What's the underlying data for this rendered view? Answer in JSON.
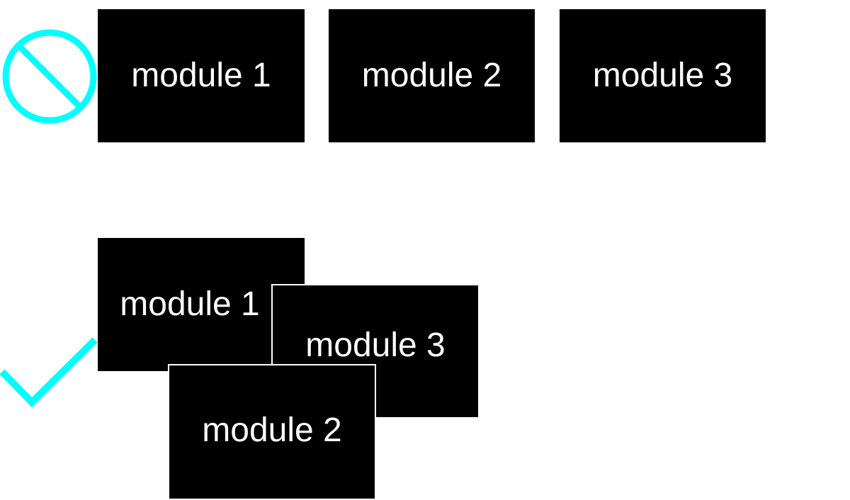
{
  "colors": {
    "accent": "#00FFFF",
    "module_background": "#000000",
    "module_text": "#FFFFFF",
    "page_background": "#FFFFFF"
  },
  "icons": {
    "top": "prohibited-icon",
    "bottom": "checkmark-icon"
  },
  "top_row": {
    "modules": [
      {
        "label": "module 1"
      },
      {
        "label": "module 2"
      },
      {
        "label": "module 3"
      }
    ]
  },
  "bottom_group": {
    "modules": [
      {
        "label": "module 1"
      },
      {
        "label": "module 3"
      },
      {
        "label": "module 2"
      }
    ]
  }
}
